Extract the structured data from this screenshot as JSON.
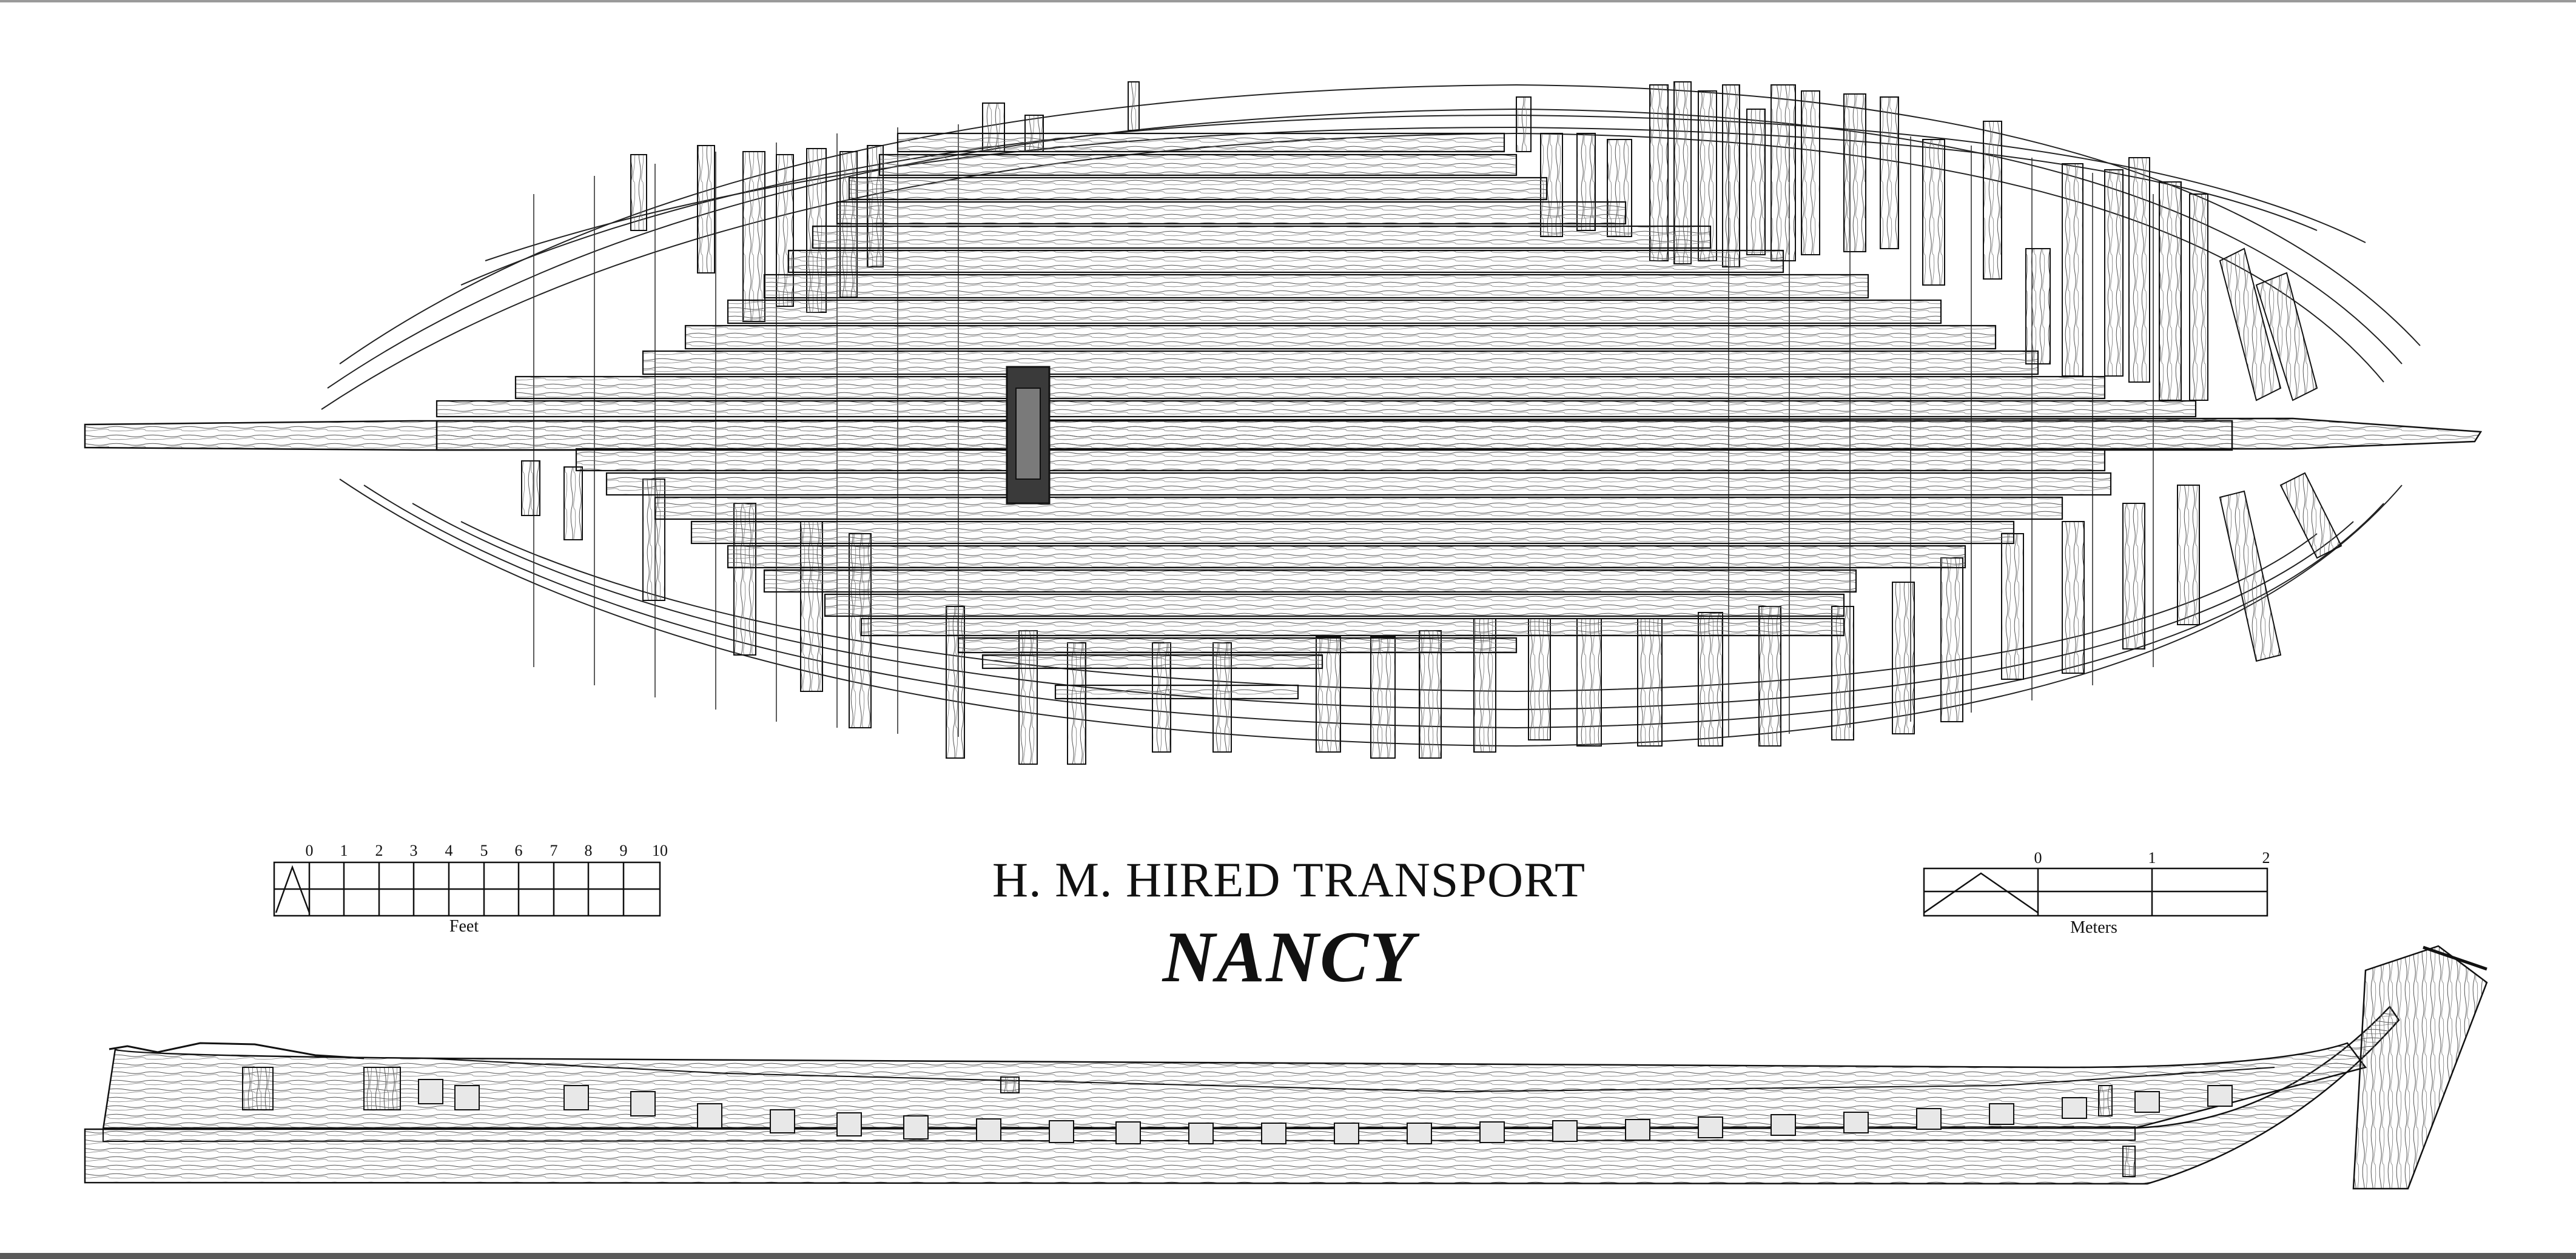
{
  "title": {
    "subtitle": "H. M. HIRED TRANSPORT",
    "name": "NANCY"
  },
  "scale_feet": {
    "ticks": [
      "0",
      "1",
      "2",
      "3",
      "4",
      "5",
      "6",
      "7",
      "8",
      "9",
      "10"
    ],
    "unit": "Feet"
  },
  "scale_meters": {
    "ticks": [
      "0",
      "1",
      "2"
    ],
    "unit": "Meters"
  },
  "colors": {
    "ink": "#1a1a1a",
    "paper": "#ffffff"
  }
}
